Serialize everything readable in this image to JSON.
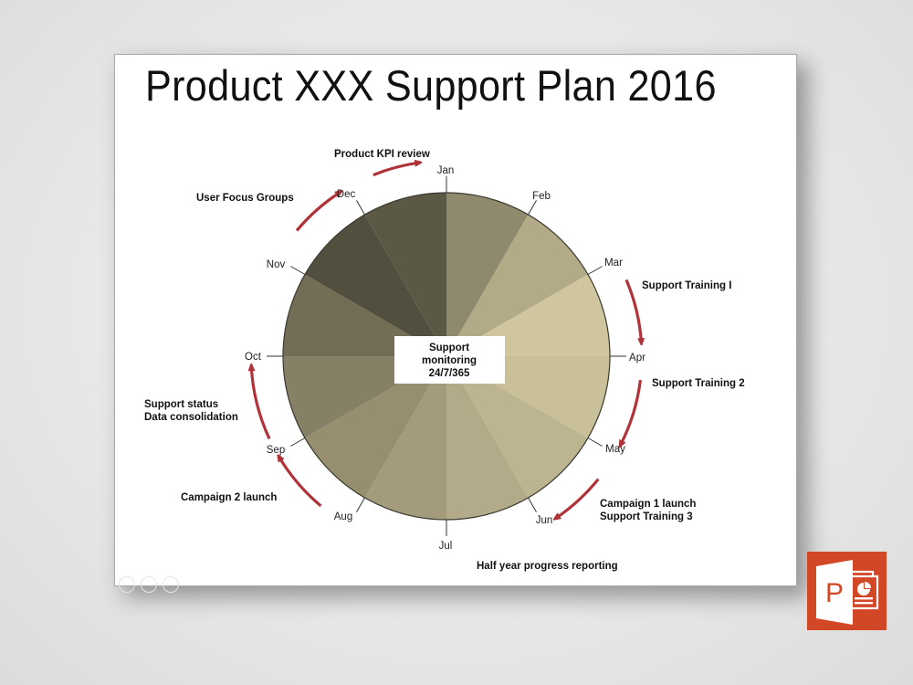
{
  "slide": {
    "title": "Product XXX Support Plan 2016"
  },
  "chart_data": {
    "type": "pie",
    "title": "Product XXX Support Plan 2016",
    "description": "Annual support wheel: 12 equal monthly wedges (30° each) clockwise from Jan at top",
    "categories": [
      "Jan",
      "Feb",
      "Mar",
      "Apr",
      "May",
      "Jun",
      "Jul",
      "Aug",
      "Sep",
      "Oct",
      "Nov",
      "Dec"
    ],
    "values": [
      1,
      1,
      1,
      1,
      1,
      1,
      1,
      1,
      1,
      1,
      1,
      1
    ],
    "wedge_colors": [
      "#8f8a6d",
      "#b3aa88",
      "#cfc69f",
      "#c9c09a",
      "#bdb490",
      "#b2aa88",
      "#a39b7b",
      "#968e6f",
      "#868066",
      "#736d56",
      "#524f3e",
      "#5c5846"
    ],
    "center_label": [
      "Support",
      "monitoring",
      "24/7/365"
    ],
    "annotations": [
      {
        "text": [
          "Product KPI review"
        ],
        "near": "Jan"
      },
      {
        "text": [
          "Support Training I"
        ],
        "near": "Mar-Apr"
      },
      {
        "text": [
          "Support Training 2"
        ],
        "near": "Apr-May"
      },
      {
        "text": [
          "Campaign 1 launch",
          "Support Training 3"
        ],
        "near": "May-Jun"
      },
      {
        "text": [
          "Half year progress reporting"
        ],
        "near": "Jul"
      },
      {
        "text": [
          "Campaign 2 launch"
        ],
        "near": "Aug-Sep"
      },
      {
        "text": [
          "Support status",
          "Data consolidation"
        ],
        "near": "Sep-Oct"
      },
      {
        "text": [
          "User Focus Groups"
        ],
        "near": "Nov-Dec"
      }
    ],
    "arrow_color": "#b0333a"
  },
  "labels": {
    "months": [
      "Jan",
      "Feb",
      "Mar",
      "Apr",
      "May",
      "Jun",
      "Jul",
      "Aug",
      "Sep",
      "Oct",
      "Nov",
      "Dec"
    ],
    "center": {
      "line1": "Support",
      "line2": "monitoring",
      "line3": "24/7/365"
    },
    "kpi": "Product KPI review",
    "training1": "Support Training I",
    "training2": "Support Training 2",
    "campaign1_line1": "Campaign 1 launch",
    "campaign1_line2": "Support Training 3",
    "halfyear": "Half year progress reporting",
    "campaign2": "Campaign 2 launch",
    "status_line1": "Support status",
    "status_line2": "Data consolidation",
    "focus": "User Focus Groups"
  },
  "app_icon": {
    "name": "PowerPoint",
    "letter": "P",
    "color": "#d24726"
  }
}
